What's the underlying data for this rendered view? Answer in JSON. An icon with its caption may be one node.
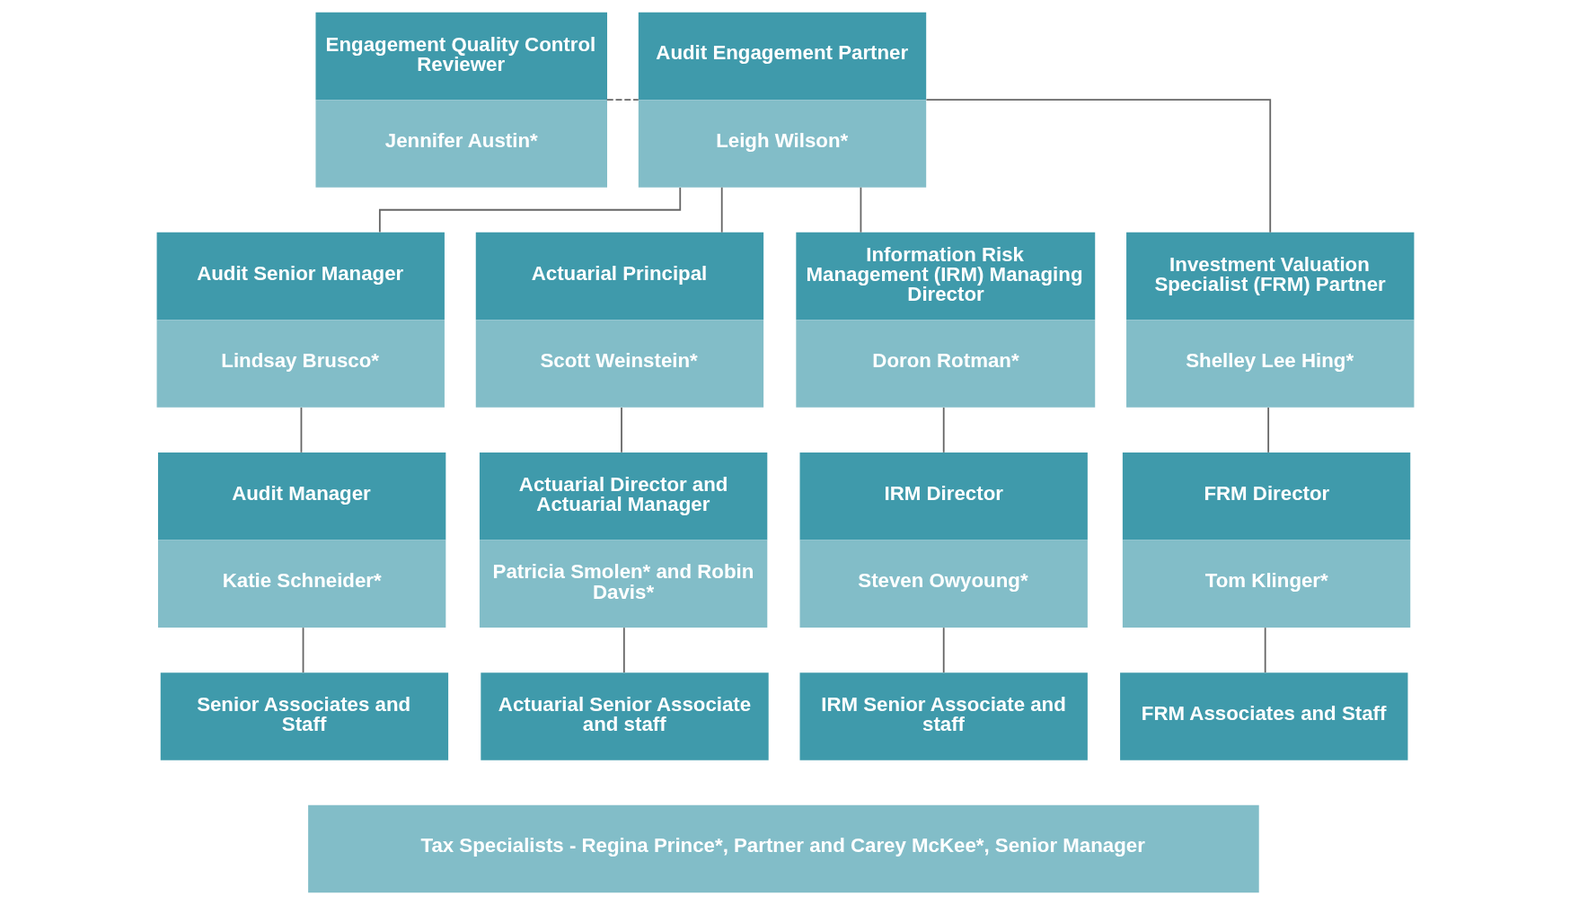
{
  "diagram": {
    "nodes": [
      {
        "text": [
          "Engagement Quality Control Reviewer",
          "Jennifer Austin*"
        ]
      },
      {
        "text": [
          "Audit Engagement Partner",
          "Leigh Wilson*"
        ]
      },
      {
        "text": [
          "Audit Senior Manager",
          "Lindsay Brusco*"
        ]
      },
      {
        "text": [
          "Actuarial Principal",
          "Scott Weinstein*"
        ]
      },
      {
        "text": [
          "Information Risk Management (IRM) Managing Director",
          "Doron Rotman*"
        ]
      },
      {
        "text": [
          "Investment Valuation Specialist (FRM) Partner",
          "Shelley Lee Hing*"
        ]
      },
      {
        "text": [
          "Audit Manager",
          "Katie Schneider*"
        ]
      },
      {
        "text": [
          "Actuarial Director and Actuarial Manager",
          "Patricia Smolen* and Robin Davis*"
        ]
      },
      {
        "text": [
          "IRM Director",
          "Steven Owyoung*"
        ]
      },
      {
        "text": [
          "FRM Director",
          "Tom Klinger*"
        ]
      },
      {
        "text": [
          "Senior Associates and Staff"
        ]
      },
      {
        "text": [
          "Actuarial Senior Associate and staff"
        ]
      },
      {
        "text": [
          "IRM Senior Associate and staff"
        ]
      },
      {
        "text": [
          "FRM Associates and Staff"
        ]
      },
      {
        "text": [
          "Tax Specialists - Regina Prince*, Partner and Carey McKee*, Senior Manager"
        ]
      }
    ],
    "edges": [
      {
        "from": 0,
        "to": 1,
        "arrow": "none",
        "style": "dashed"
      },
      {
        "from": 1,
        "to": 2,
        "arrow": "none"
      },
      {
        "from": 1,
        "to": 3,
        "arrow": "none"
      },
      {
        "from": 1,
        "to": 4,
        "arrow": "none"
      },
      {
        "from": 1,
        "to": 5,
        "arrow": "none"
      },
      {
        "from": 2,
        "to": 6,
        "arrow": "none"
      },
      {
        "from": 3,
        "to": 7,
        "arrow": "none"
      },
      {
        "from": 4,
        "to": 8,
        "arrow": "none"
      },
      {
        "from": 5,
        "to": 9,
        "arrow": "none"
      },
      {
        "from": 6,
        "to": 10,
        "arrow": "none"
      },
      {
        "from": 7,
        "to": 11,
        "arrow": "none"
      },
      {
        "from": 8,
        "to": 12,
        "arrow": "none"
      },
      {
        "from": 9,
        "to": 13,
        "arrow": "none"
      }
    ]
  }
}
